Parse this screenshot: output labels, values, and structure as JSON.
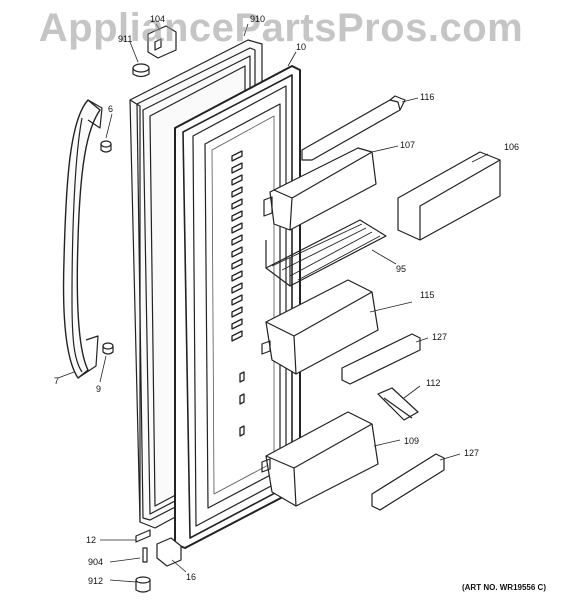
{
  "watermark": "AppliancePartsPros.com",
  "art_number": "(ART NO. WR19556 C)",
  "callouts": {
    "c104": "104",
    "c910": "910",
    "c911": "911",
    "c10": "10",
    "c6": "6",
    "c116": "116",
    "c107": "107",
    "c106": "106",
    "c95": "95",
    "c115": "115",
    "c127a": "127",
    "c7": "7",
    "c9": "9",
    "c112": "112",
    "c109": "109",
    "c127b": "127",
    "c12": "12",
    "c904": "904",
    "c16": "16",
    "c912": "912"
  },
  "colors": {
    "line": "#222222",
    "watermark": "#969696",
    "background": "#ffffff"
  }
}
